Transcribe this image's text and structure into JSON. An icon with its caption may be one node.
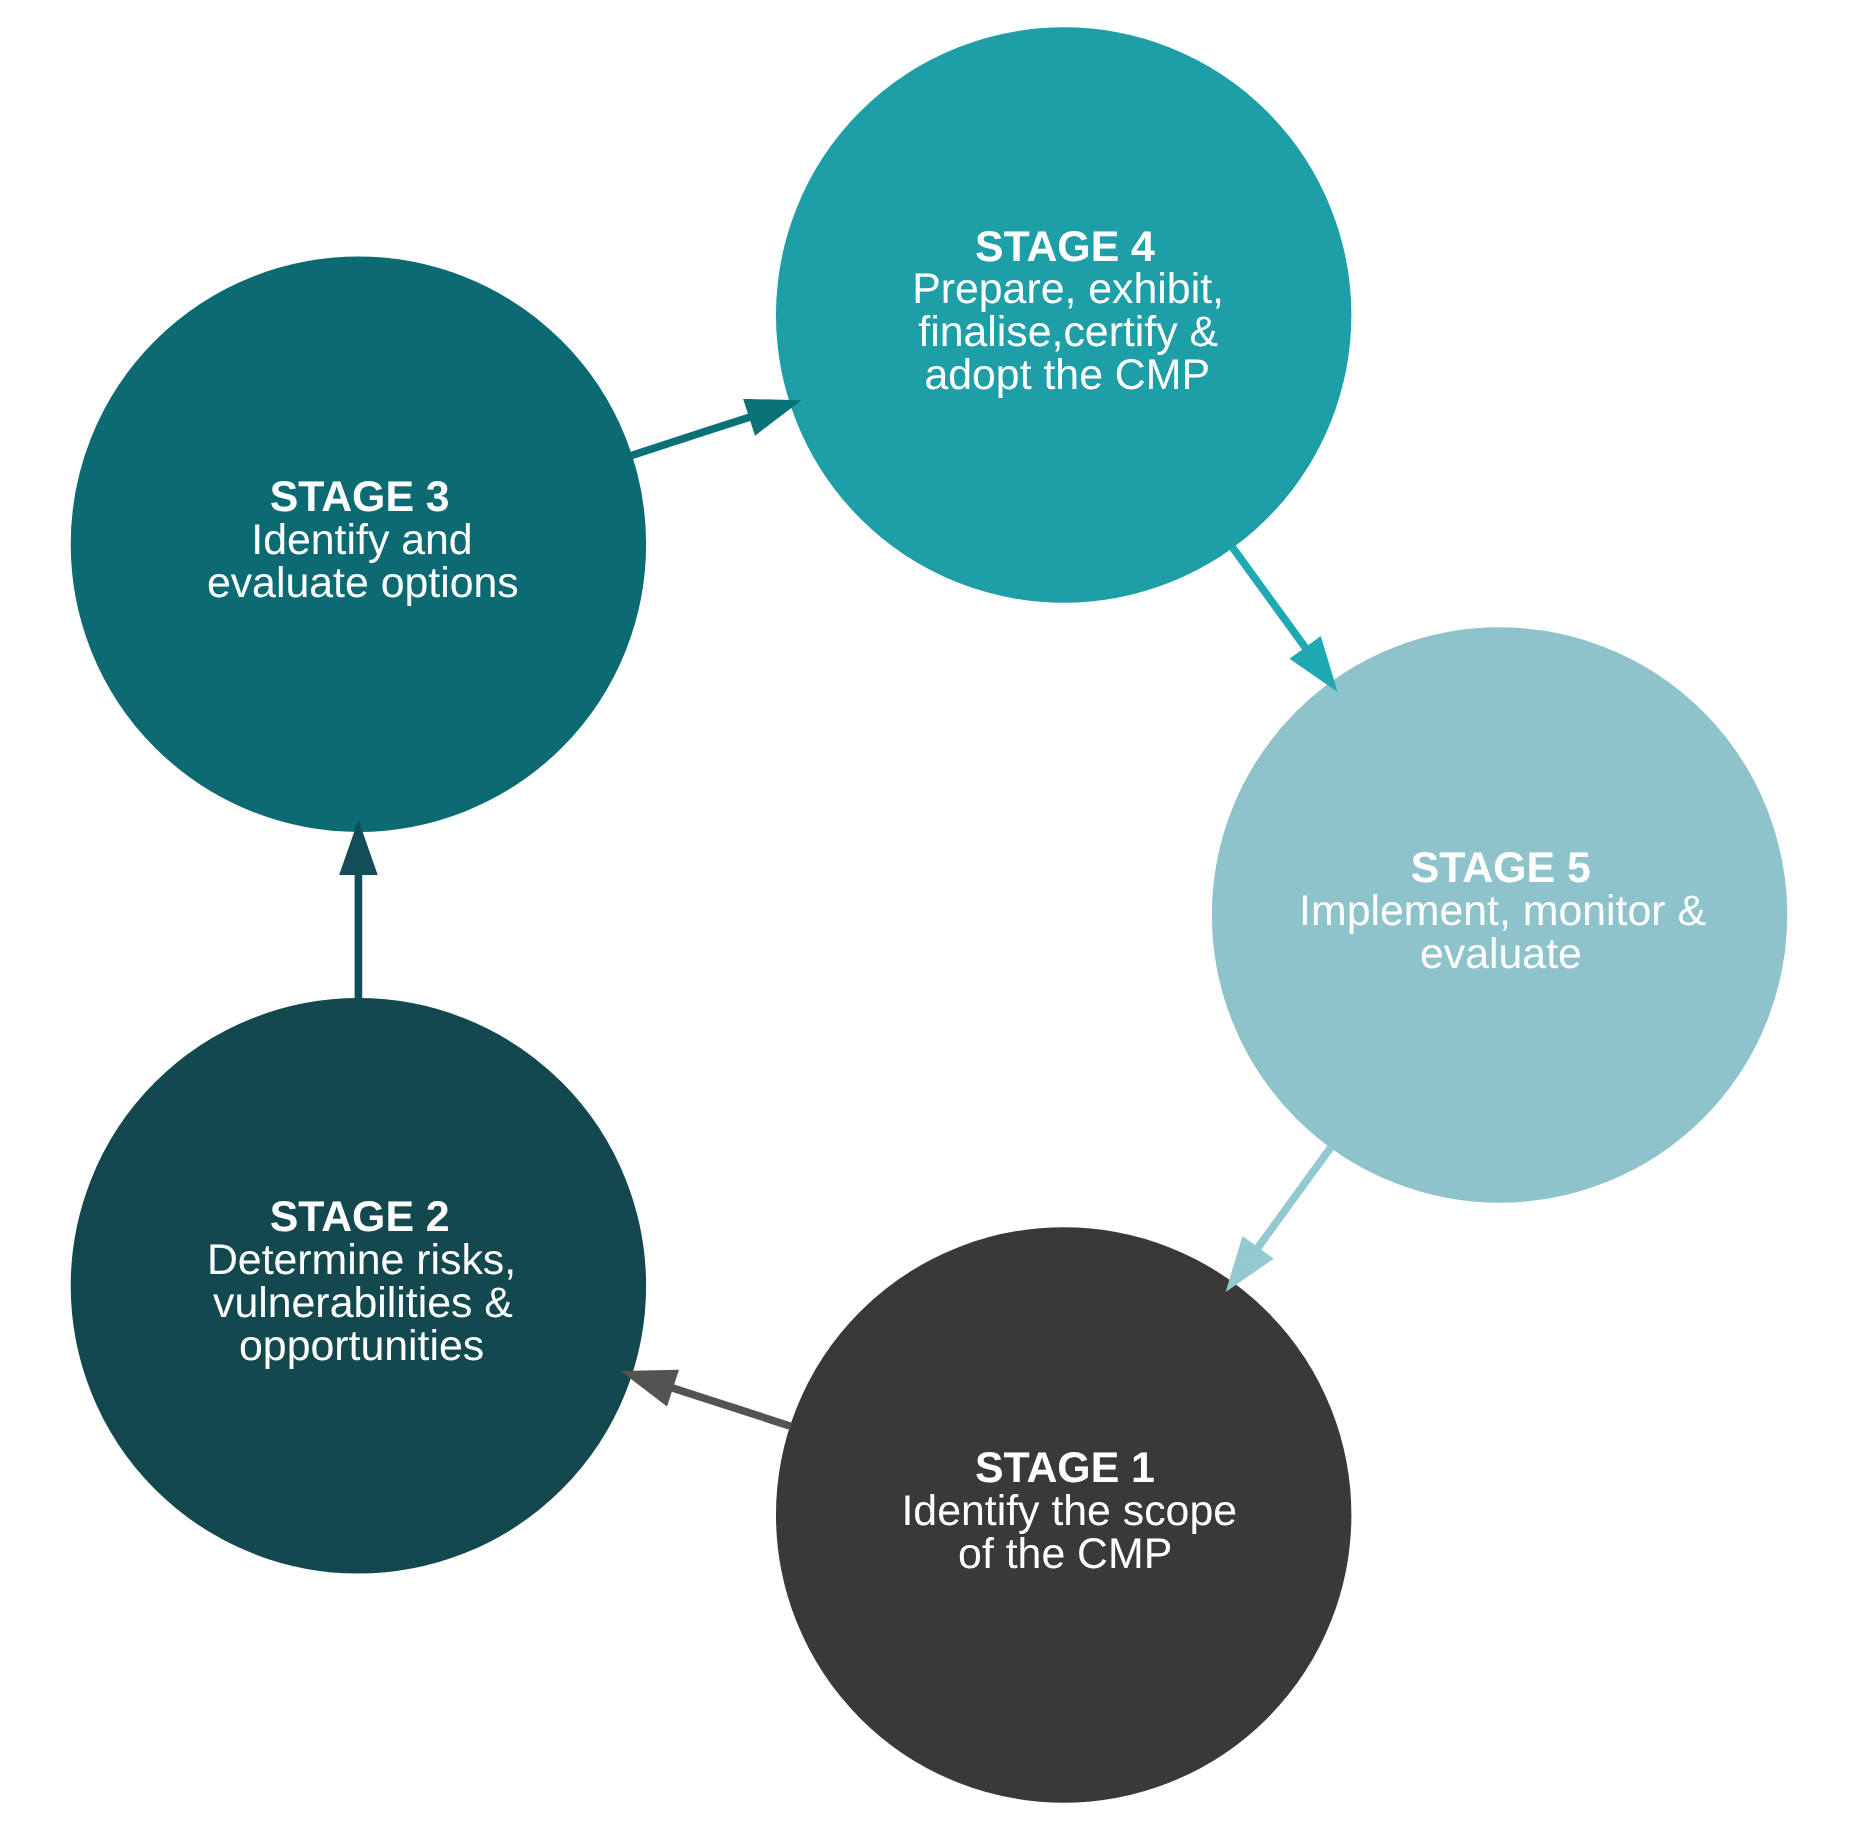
{
  "diagram": {
    "nodes": [
      {
        "text": [
          "STAGE 1",
          "Identify the scope of the CMP"
        ]
      },
      {
        "text": [
          "STAGE 2",
          "Determine risks, vulnerabilities & opportunities"
        ]
      },
      {
        "text": [
          "STAGE 3",
          "Identify and evaluate options"
        ]
      },
      {
        "text": [
          "STAGE 4",
          "Prepare, exhibit, finalise,certify & adopt the CMP"
        ]
      },
      {
        "text": [
          "STAGE 5",
          "Implement, monitor & evaluate"
        ]
      }
    ],
    "edges": [
      {
        "from": 0,
        "to": 1,
        "arrow": "to",
        "color": "#555351"
      },
      {
        "from": 1,
        "to": 2,
        "arrow": "to",
        "color": "#124e55"
      },
      {
        "from": 2,
        "to": 3,
        "arrow": "to",
        "color": "#0a7179"
      },
      {
        "from": 3,
        "to": 4,
        "arrow": "to",
        "color": "#1fa9b3"
      },
      {
        "from": 4,
        "to": 0,
        "arrow": "to",
        "color": "#93c9d1"
      }
    ]
  }
}
